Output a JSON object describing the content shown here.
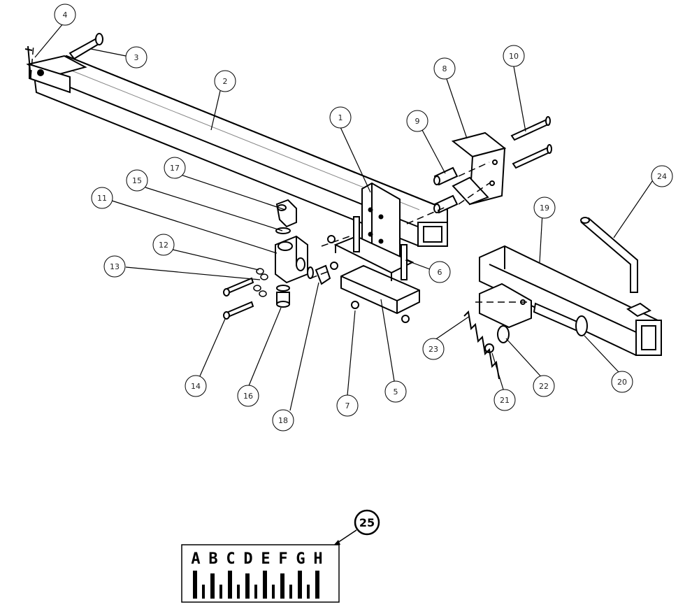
{
  "diagram": {
    "callouts": [
      "1",
      "2",
      "3",
      "4",
      "5",
      "6",
      "7",
      "8",
      "9",
      "10",
      "11",
      "12",
      "13",
      "14",
      "15",
      "16",
      "17",
      "18",
      "19",
      "20",
      "21",
      "22",
      "23",
      "24",
      "25"
    ],
    "decal_letters": [
      "A",
      "B",
      "C",
      "D",
      "E",
      "F",
      "G",
      "H"
    ]
  }
}
